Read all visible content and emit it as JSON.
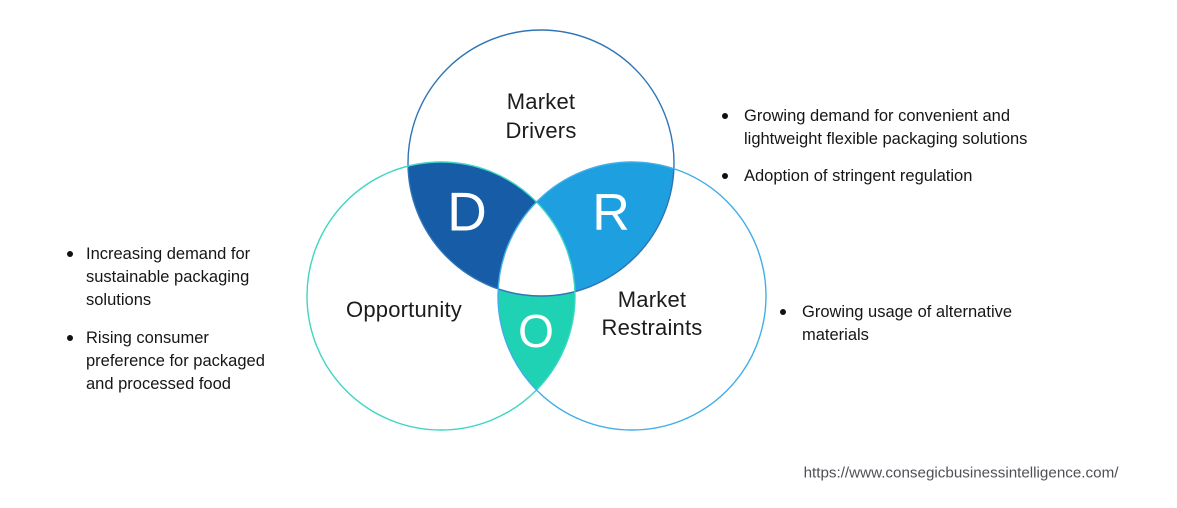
{
  "venn": {
    "top_label": "Market\nDrivers",
    "left_label": "Opportunity",
    "right_label": "Market\nRestraints",
    "letters": {
      "drivers": "D",
      "restraints": "R",
      "opportunity": "O"
    },
    "colors": {
      "drivers_fill": "#165CA6",
      "restraints_fill": "#1E9FE0",
      "opportunity_fill": "#1FD2B4",
      "top_stroke": "#2E75B6",
      "left_stroke": "#3ED6C2",
      "right_stroke": "#41AEE8",
      "center_fill": "#FFFFFF"
    }
  },
  "bullets": {
    "drivers": [
      "Growing demand for convenient and\nlightweight flexible packaging solutions",
      "Adoption of stringent regulation"
    ],
    "opportunity": [
      "Increasing demand for\nsustainable packaging\nsolutions",
      "Rising consumer\npreference for packaged\nand processed food"
    ],
    "restraints": [
      "Growing usage of alternative\nmaterials"
    ]
  },
  "footer": {
    "url": "https://www.consegicbusinessintelligence.com/"
  }
}
